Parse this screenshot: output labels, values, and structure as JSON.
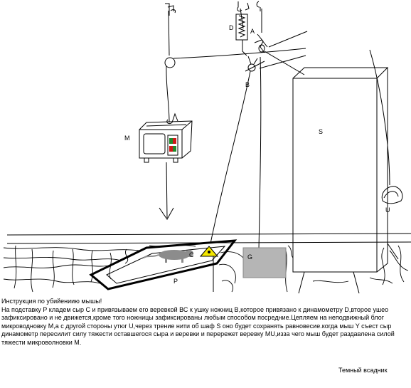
{
  "labels": {
    "d": "D",
    "a": "A",
    "b": "B",
    "m": "M",
    "s": "S",
    "u": "U",
    "c": "C",
    "g": "G",
    "p": "P"
  },
  "instruction": {
    "title": "Инструкция по убийениию мышы!",
    "text": "На подставку Р кладем сыр С и привязываем его веревкой ВС к ушку ножниц В,которое привязано к динамометру D,второе ушео зафиксировано и не движется,кроме того ножницы зафиксированы любым способом посредние.Цепляем на неподвижный блог микроводновку М,а с другой стороны утюг U,через трение нити об шаф S оно будет сохранять равновесие.когда мыш Y съест сыр динамометр пересилит силу тяжести оставшегося сыра и веревки и перережет веревку MU,изза чего мыш будет раздавлена силой тяжести микроволновки М."
  },
  "signature": "Темный всадник",
  "colors": {
    "line": "#000000",
    "scale_gray": "#b5b5b5",
    "mouse_gray": "#8c8c8c",
    "cheese_yellow": "#f2e600",
    "green": "#1f8a2a",
    "red": "#d01818"
  }
}
